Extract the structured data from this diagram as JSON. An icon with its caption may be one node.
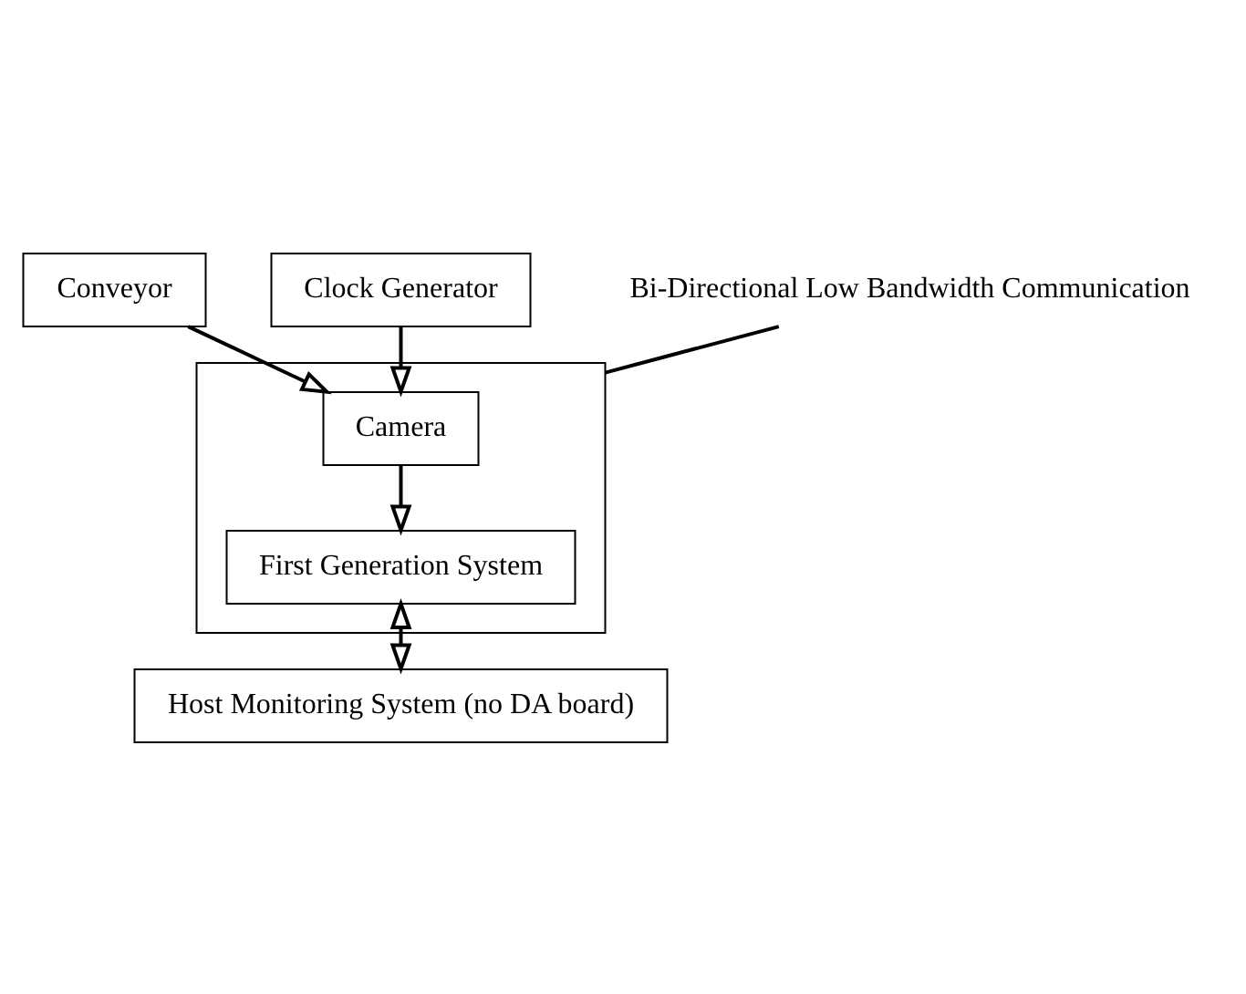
{
  "diagram": {
    "nodes": [
      {
        "text": [
          "Conveyor"
        ]
      },
      {
        "text": [],
        "shape": "box"
      },
      {
        "text": [
          "Camera"
        ],
        "in": 1
      },
      {
        "text": [
          "Clock Generator"
        ]
      },
      {
        "text": [
          "First Generation System"
        ],
        "in": 1
      },
      {
        "text": [
          "Host Monitoring System (no DA board)"
        ]
      },
      {
        "text": [
          "Bi-Directional Low Bandwidth Communication"
        ]
      }
    ],
    "edges": [
      {
        "from": 0,
        "to": 2,
        "arrow": "to"
      },
      {
        "from": 3,
        "to": 2,
        "arrow": "to"
      },
      {
        "from": 2,
        "to": 4,
        "arrow": "to"
      },
      {
        "from": 4,
        "to": 5,
        "arrow": "both"
      },
      {
        "from": 6,
        "to": 1,
        "arrow": "none"
      }
    ]
  }
}
